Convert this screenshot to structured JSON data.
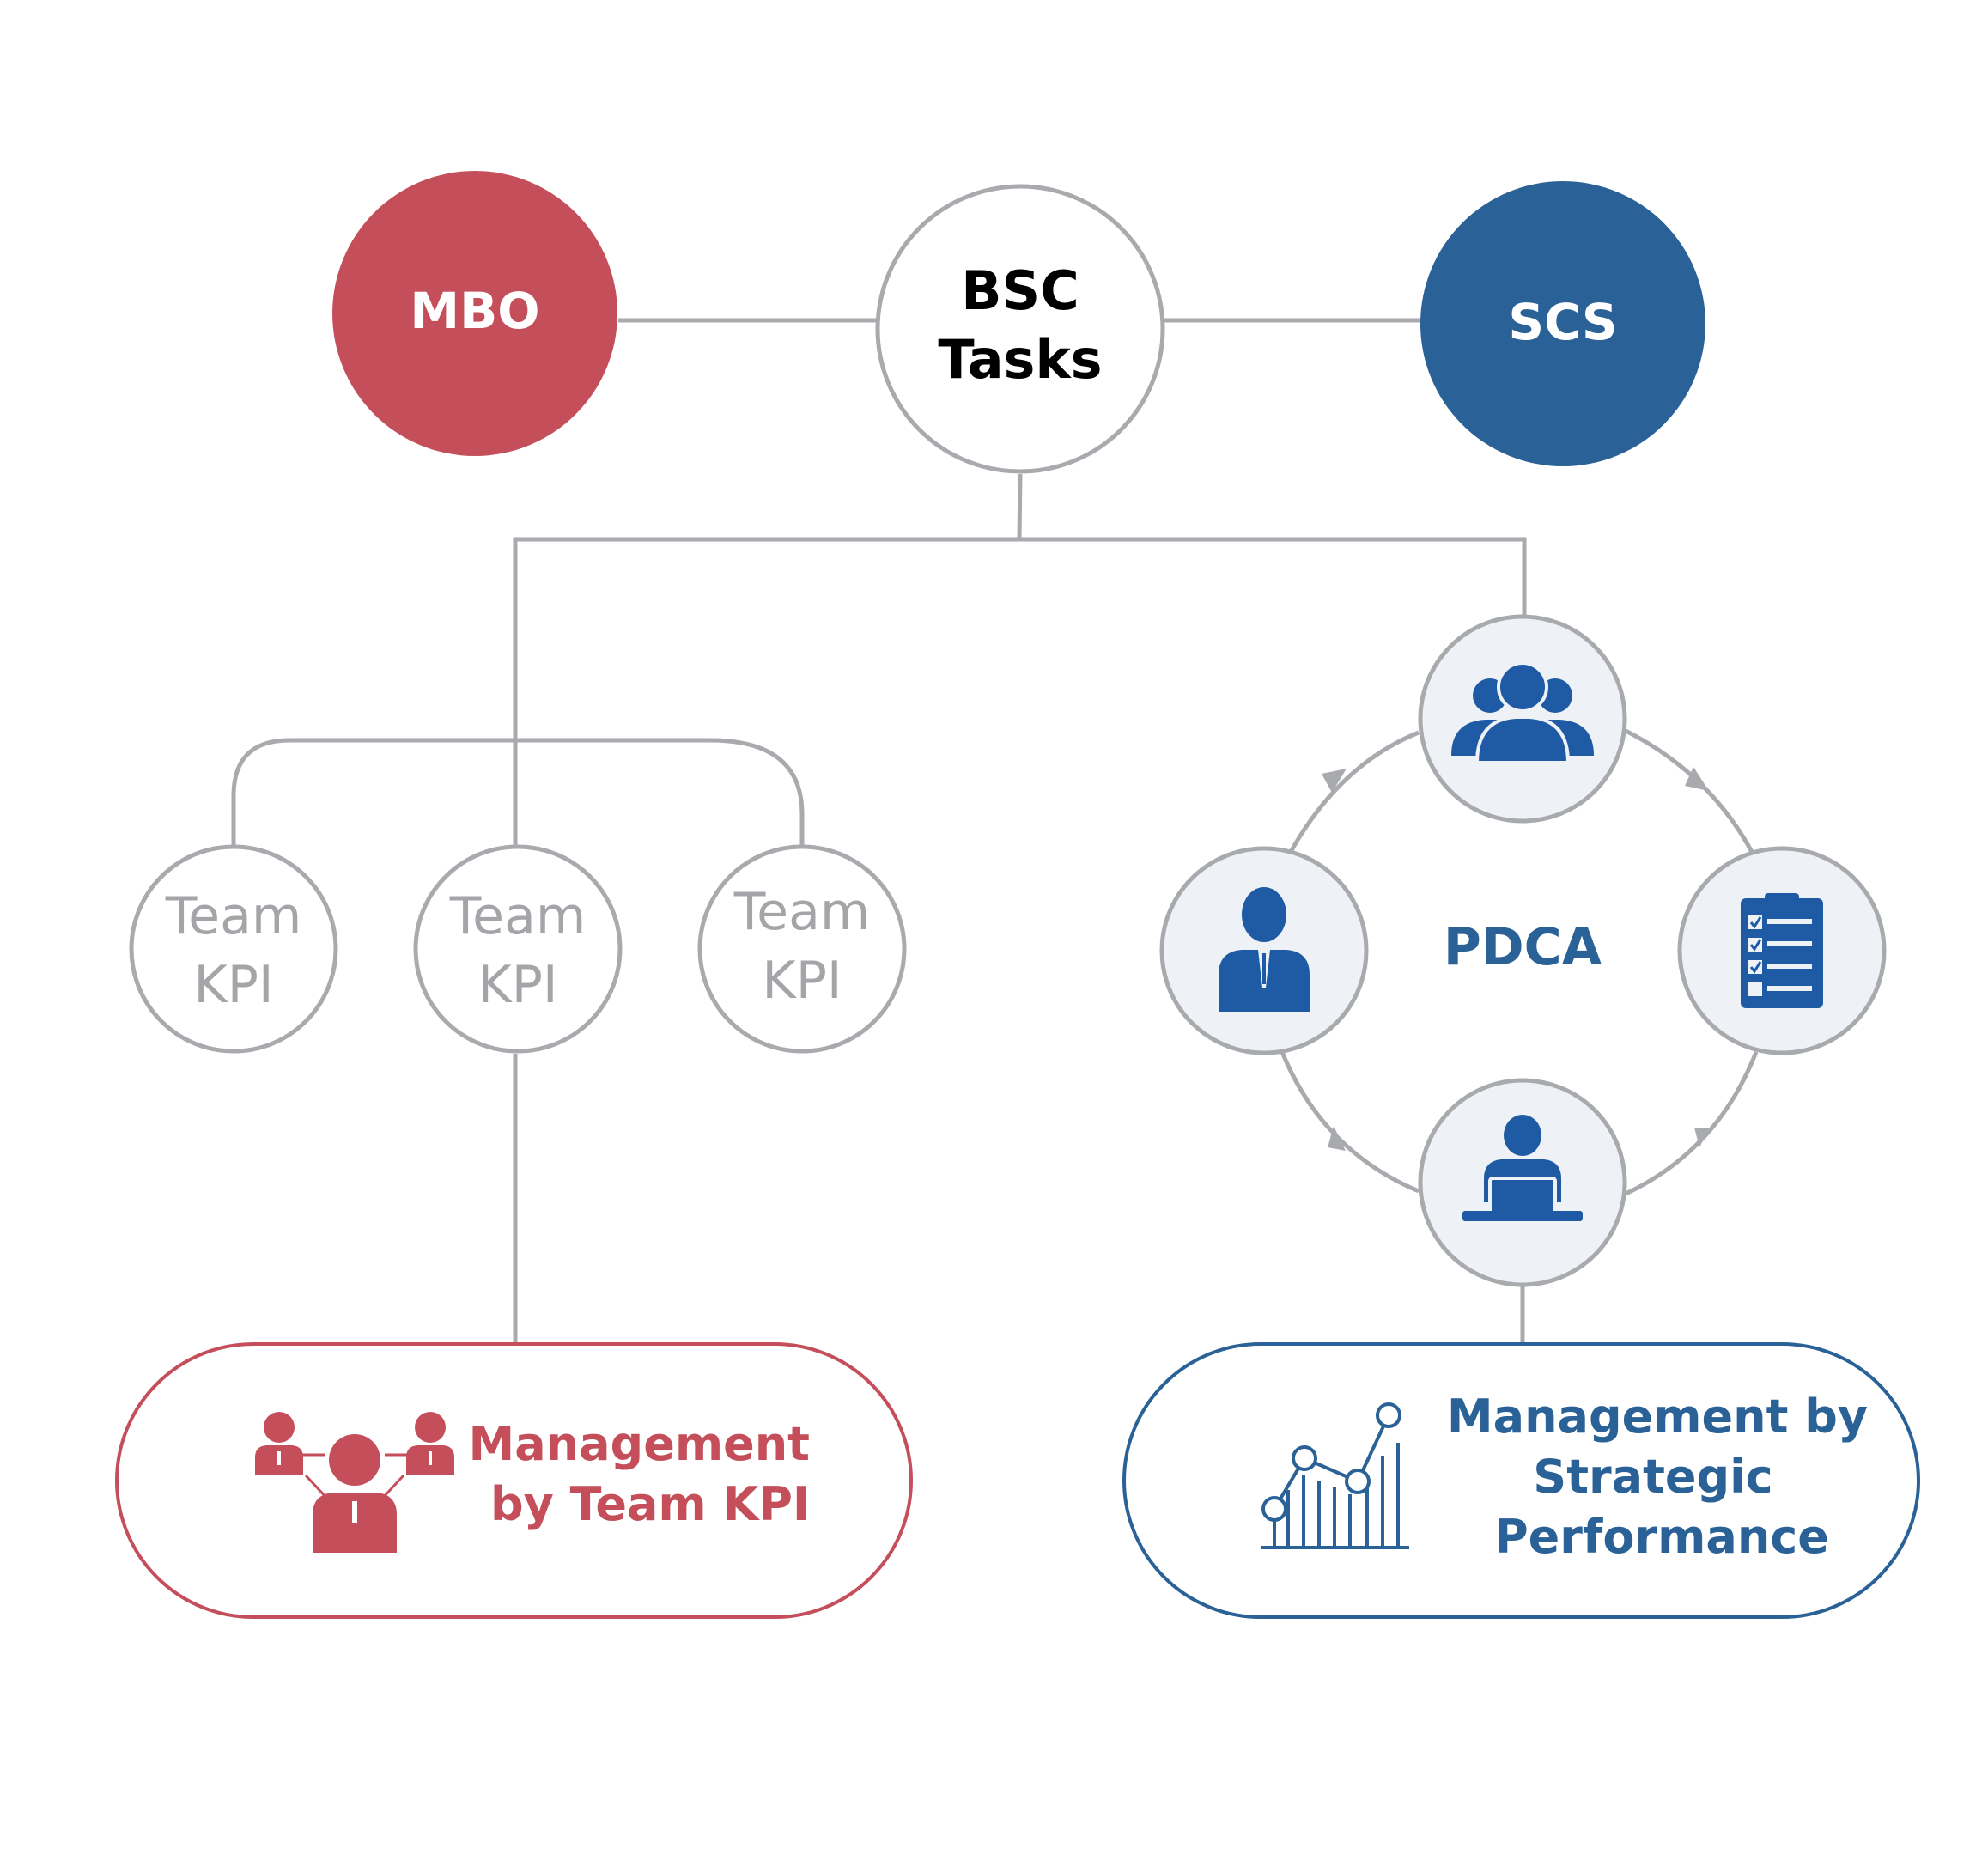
{
  "nodes": {
    "mbo": {
      "label": "MBO"
    },
    "bsc": {
      "line1": "BSC",
      "line2": "Tasks"
    },
    "scs": {
      "label": "SCS"
    }
  },
  "team_kpis": [
    {
      "line1": "Team",
      "line2": "KPI"
    },
    {
      "line1": "Team",
      "line2": "KPI"
    },
    {
      "line1": "Team",
      "line2": "KPI"
    }
  ],
  "pdca": {
    "label": "PDCA",
    "icons": [
      "team-icon",
      "checklist-icon",
      "laptop-worker-icon",
      "person-icon"
    ]
  },
  "outcomes": {
    "team": {
      "line1": "Management",
      "line2": "by Team KPI",
      "icon": "team-network-icon"
    },
    "strategic": {
      "line1": "Management by",
      "line2": "Strategic",
      "line3": "Performance",
      "icon": "line-chart-icon"
    }
  },
  "colors": {
    "red": "#c44f5b",
    "blue": "#2a6196",
    "gray": "#a9aaad",
    "kpi_text": "#a4a5a8",
    "icon_blue": "#1f5ba5",
    "icon_bg": "#eef1f6"
  }
}
